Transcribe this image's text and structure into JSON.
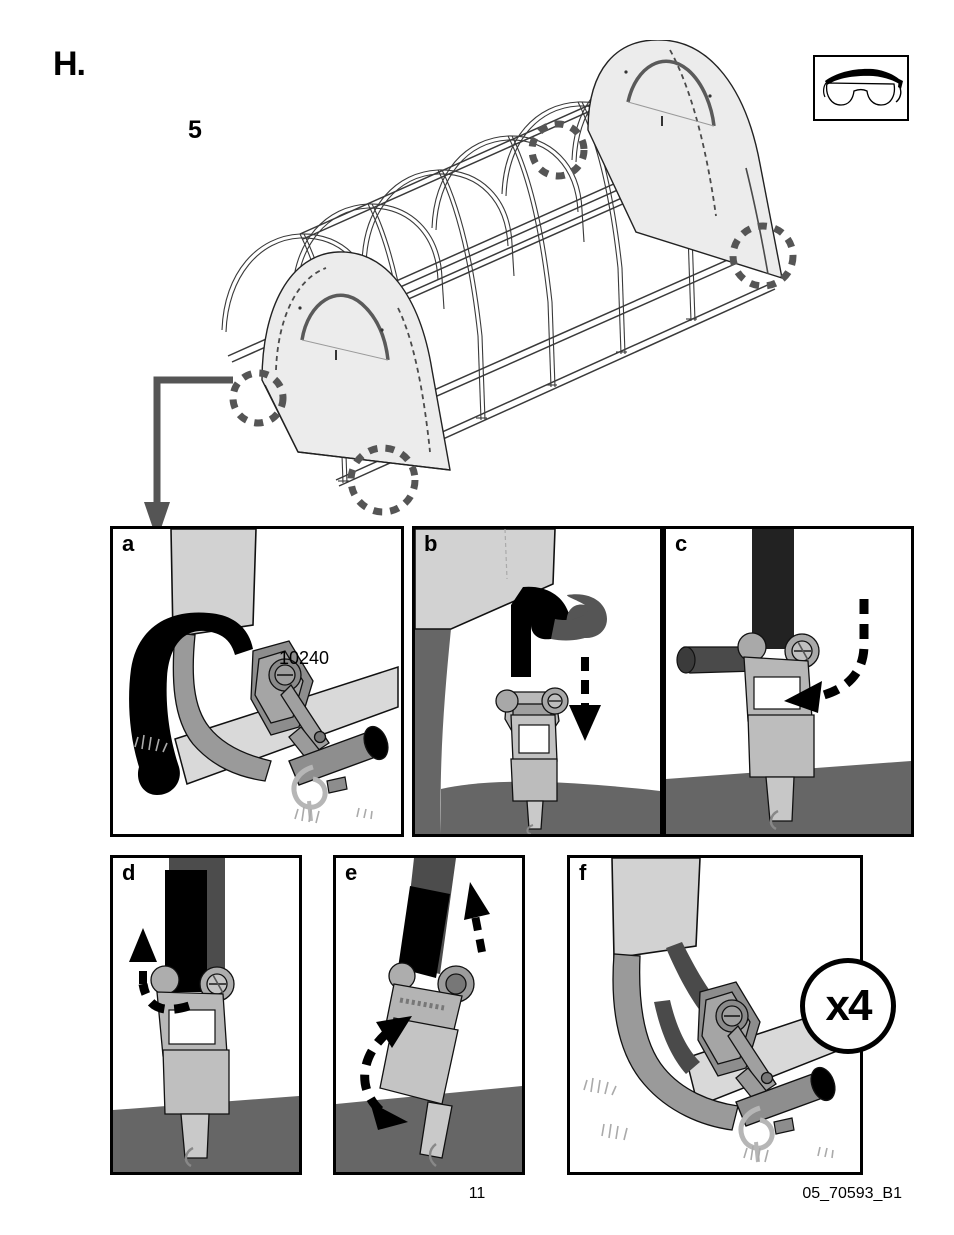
{
  "header": {
    "section_letter": "H.",
    "step_number": "5",
    "ppe_icon": "safety-glasses-icon"
  },
  "hero": {
    "name": "shelter-frame-illustration",
    "description": "Isometric view of assembled round-top shelter frame with two end panels and four highlighted corner anchor points",
    "markers": 4,
    "colors": {
      "panel_fill": "#ececec",
      "frame_line": "#3a3a3a",
      "marker": "#555555"
    }
  },
  "callout": {
    "name": "callout-arrow",
    "color": "#555555"
  },
  "panels": [
    {
      "id": "a",
      "letter": "a",
      "part_label": "10240",
      "description": "Ratchet strap assembly attached to ground pole stake"
    },
    {
      "id": "b",
      "letter": "b",
      "part_label": "",
      "description": "Feed strap webbing down through ratchet slot"
    },
    {
      "id": "c",
      "letter": "c",
      "part_label": "",
      "description": "Close ratchet handle downward"
    },
    {
      "id": "d",
      "letter": "d",
      "part_label": "",
      "description": "Lift ratchet handle upward"
    },
    {
      "id": "e",
      "letter": "e",
      "part_label": "",
      "description": "Pump handle back and forth to take up slack"
    },
    {
      "id": "f",
      "letter": "f",
      "part_label": "",
      "description": "Completed tightened strap on ground pole"
    }
  ],
  "quantity_badge": {
    "label": "x4"
  },
  "footer": {
    "page_number": "11",
    "doc_code": "05_70593_B1"
  }
}
